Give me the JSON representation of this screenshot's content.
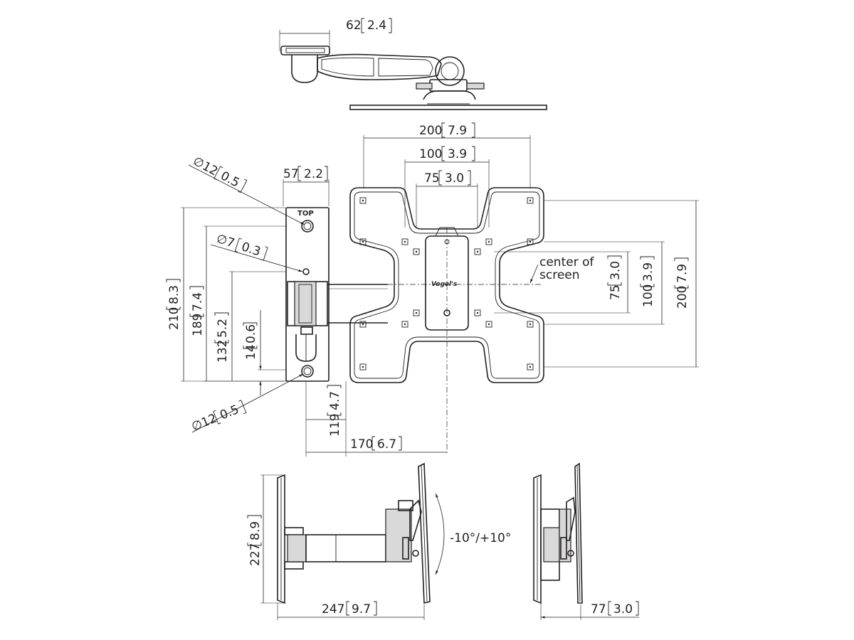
{
  "dimensions": {
    "top_width": "62",
    "top_width_in": "2.4",
    "vesa_outer": "200",
    "vesa_outer_in": "7.9",
    "vesa_mid": "100",
    "vesa_mid_in": "3.9",
    "vesa_inner": "75",
    "vesa_inner_in": "3.0",
    "wallplate_width": "57",
    "wallplate_width_in": "2.2",
    "hole_top_dia": "12",
    "hole_top_dia_in": "0.5",
    "hole_small_dia": "7",
    "hole_small_dia_in": "0.3",
    "hole_bottom_dia": "12",
    "hole_bottom_dia_in": "0.5",
    "height_210": "210",
    "height_210_in": "8.3",
    "height_189": "189",
    "height_189_in": "7.4",
    "height_132": "132",
    "height_132_in": "5.2",
    "height_14": "14",
    "height_14_in": "0.6",
    "offset_119": "119",
    "offset_119_in": "4.7",
    "offset_170": "170",
    "offset_170_in": "6.7",
    "plate_75": "75",
    "plate_75_in": "3.0",
    "plate_100": "100",
    "plate_100_in": "3.9",
    "plate_200": "200",
    "plate_200_in": "7.9",
    "side_height": "227",
    "side_height_in": "8.9",
    "extension": "247",
    "extension_in": "9.7",
    "depth_min": "77",
    "depth_min_in": "3.0"
  },
  "labels": {
    "top_marking": "TOP",
    "center_line1": "center of",
    "center_line2": "screen",
    "tilt": "-10°/+10°",
    "brand": "Vogel's"
  },
  "icons": {
    "diameter": "diameter-symbol-icon",
    "tilt_arrow": "curved-double-arrow-icon"
  }
}
